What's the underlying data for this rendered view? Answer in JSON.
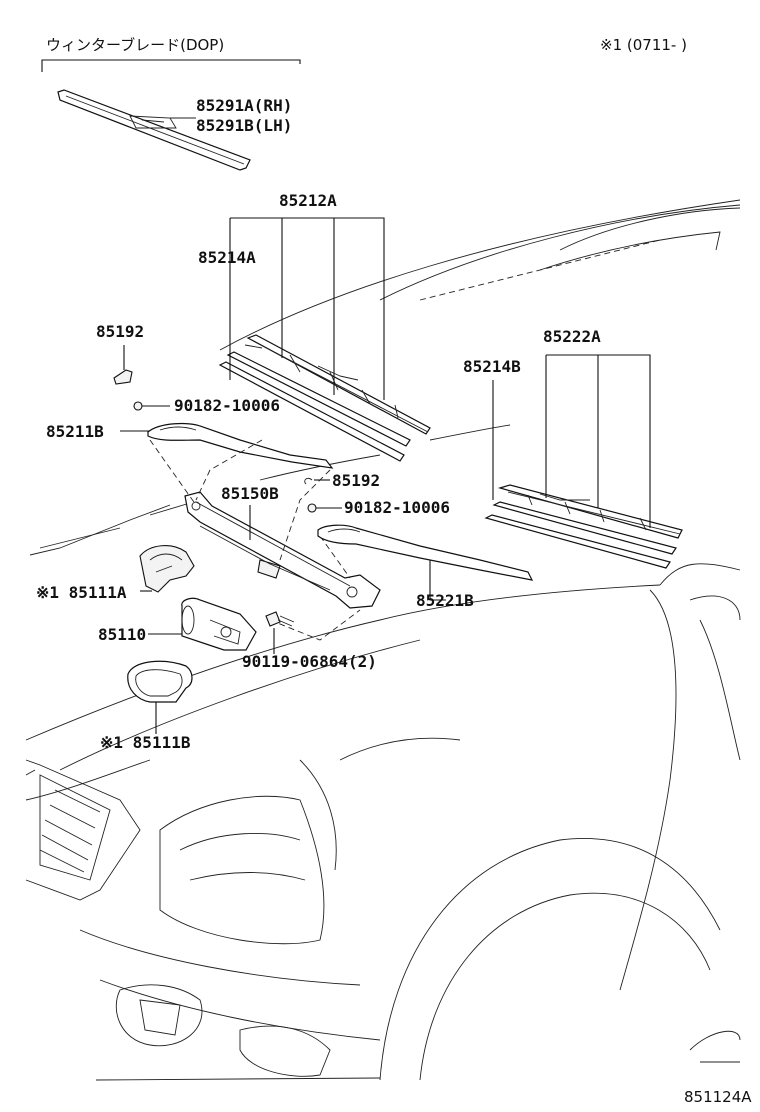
{
  "header": {
    "group_title": "ウィンターブレード(DOP)",
    "note": "※1 (0711-   )"
  },
  "parts": {
    "p85291a": "85291A(RH)",
    "p85291b": "85291B(LH)",
    "p85212a": "85212A",
    "p85214a": "85214A",
    "p85192_top": "85192",
    "p90182_left": "90182-10006",
    "p85211b": "85211B",
    "p85192_mid": "85192",
    "p85150b": "85150B",
    "p90182_right": "90182-10006",
    "p85222a": "85222A",
    "p85214b": "85214B",
    "p85111a": "※1 85111A",
    "p85110": "85110",
    "p90119": "90119-06864(2)",
    "p85221b": "85221B",
    "p85111b": "※1 85111B"
  },
  "footer": {
    "diagram_code": "851124A"
  }
}
